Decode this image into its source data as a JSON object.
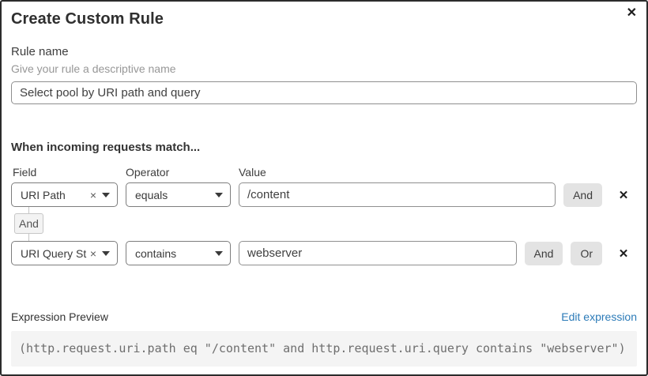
{
  "dialog": {
    "title": "Create Custom Rule"
  },
  "icons": {
    "close": "✕",
    "remove": "✕",
    "clear": "×"
  },
  "rule_name": {
    "label": "Rule name",
    "hint": "Give your rule a descriptive name",
    "value": "Select pool by URI path and query"
  },
  "match_section": {
    "heading": "When incoming requests match...",
    "columns": {
      "field": "Field",
      "operator": "Operator",
      "value": "Value"
    },
    "connector_label": "And",
    "rows": [
      {
        "field": "URI Path",
        "operator": "equals",
        "value": "/content",
        "buttons": {
          "and": "And"
        }
      },
      {
        "field": "URI Query St...",
        "operator": "contains",
        "value": "webserver",
        "buttons": {
          "and": "And",
          "or": "Or"
        }
      }
    ]
  },
  "expression": {
    "label": "Expression Preview",
    "edit_link": "Edit expression",
    "preview": "(http.request.uri.path eq \"/content\" and http.request.uri.query contains \"webserver\")"
  },
  "colors": {
    "link": "#2c7bb8",
    "button_bg": "#e3e3e3",
    "code_bg": "#f4f4f4",
    "border_dark": "#2b2b2b"
  }
}
